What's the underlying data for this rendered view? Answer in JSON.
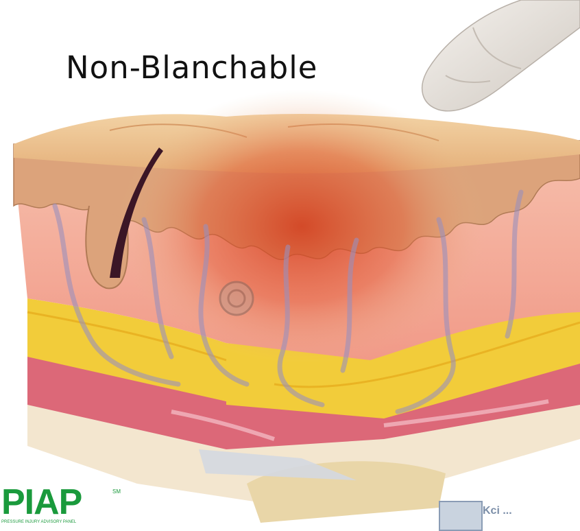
{
  "title": "Non-Blanchable",
  "logo_left": {
    "name": "PIAP",
    "superscript": "SM",
    "tagline": "PRESSURE INJURY ADVISORY PANEL"
  },
  "logo_right": {
    "text": "Kci ...",
    "icon": "company-seal-icon"
  },
  "colors": {
    "epidermis": "#e8bd8c",
    "dermis": "#f4a593",
    "fat": "#f2cc3a",
    "muscle": "#dc6878",
    "erythema": "#d23a1a",
    "vessel": "#9a8fbd",
    "hair": "#3b1626",
    "logo_green": "#1a9a3c",
    "glove": "#e9e4df"
  }
}
